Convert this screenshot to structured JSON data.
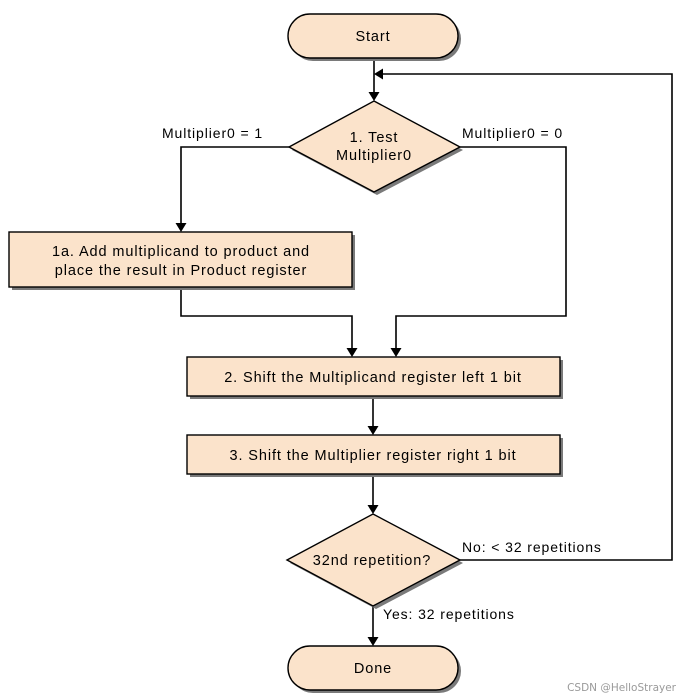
{
  "diagram": {
    "nodes": {
      "start": "Start",
      "test": [
        "1. Test",
        "Multiplier0"
      ],
      "add": [
        "1a. Add multiplicand to product and",
        "place the result in Product register"
      ],
      "shift_multiplicand": "2. Shift the Multiplicand register left 1 bit",
      "shift_multiplier": "3. Shift the Multiplier register right 1 bit",
      "repetition": "32nd repetition?",
      "done": "Done"
    },
    "edge_labels": {
      "multiplier_one": "Multiplier0 = 1",
      "multiplier_zero": "Multiplier0 = 0",
      "no_branch": "No:  < 32 repetitions",
      "yes_branch": "Yes:  32 repetitions"
    }
  },
  "watermark": "CSDN @HelloStrayer"
}
